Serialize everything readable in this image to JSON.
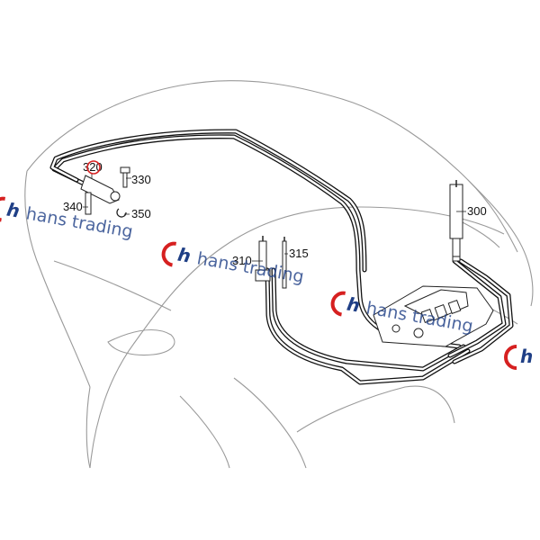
{
  "diagram": {
    "background": "#ffffff",
    "line_color": "#111111",
    "outline_color": "#9a9a9a",
    "highlight_color": "#d62020",
    "labels": {
      "p300": "300",
      "p310": "310",
      "p315": "315",
      "p320": "320",
      "p330": "330",
      "p340": "340",
      "p350": "350"
    },
    "highlighted_part": "320"
  },
  "watermark": {
    "text": "hans trading",
    "icon": "h-logo-icon",
    "text_color": "#1f3f86",
    "logo_colors": [
      "#d62020",
      "#1f3f86"
    ]
  }
}
